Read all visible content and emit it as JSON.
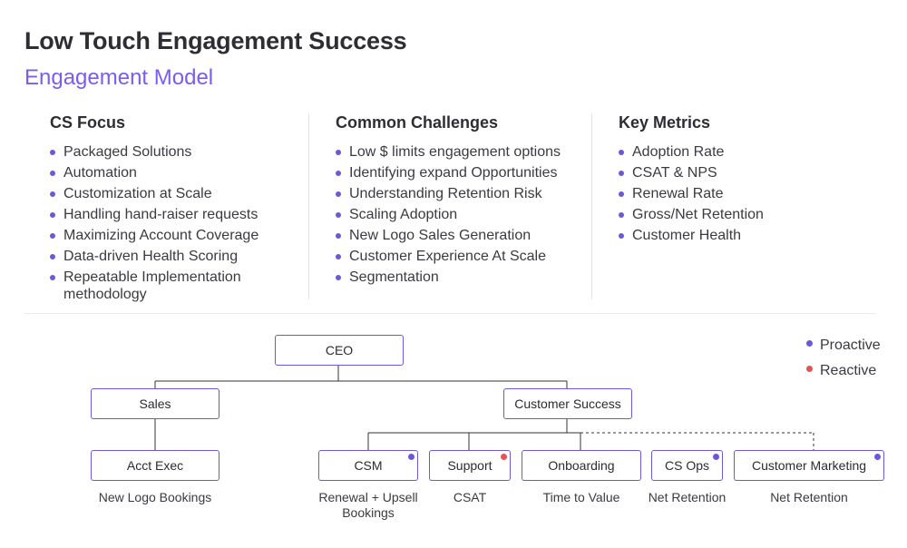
{
  "title": "Low Touch Engagement Success",
  "subtitle": "Engagement Model",
  "colors": {
    "accent": "#6a5ad8",
    "proactive": "#6a5ad8",
    "reactive": "#e05555"
  },
  "columns": [
    {
      "heading": "CS Focus",
      "items": [
        "Packaged Solutions",
        "Automation",
        "Customization at Scale",
        "Handling hand-raiser requests",
        "Maximizing Account Coverage",
        "Data-driven Health Scoring",
        "Repeatable Implementation methodology"
      ]
    },
    {
      "heading": "Common Challenges",
      "items": [
        "Low $ limits engagement options",
        "Identifying expand Opportunities",
        "Understanding Retention Risk",
        "Scaling Adoption",
        "New Logo Sales Generation",
        "Customer Experience At Scale",
        "Segmentation"
      ]
    },
    {
      "heading": "Key Metrics",
      "items": [
        "Adoption Rate",
        "CSAT & NPS",
        "Renewal Rate",
        "Gross/Net Retention",
        "Customer Health"
      ]
    }
  ],
  "legend": {
    "proactive": "Proactive",
    "reactive": "Reactive"
  },
  "org": {
    "ceo": "CEO",
    "sales": "Sales",
    "customer_success": "Customer Success",
    "acct_exec": {
      "label": "Acct Exec",
      "caption": "New Logo Bookings"
    },
    "csm": {
      "label": "CSM",
      "caption": "Renewal + Upsell Bookings",
      "type": "proactive"
    },
    "support": {
      "label": "Support",
      "caption": "CSAT",
      "type": "reactive"
    },
    "onboarding": {
      "label": "Onboarding",
      "caption": "Time to Value"
    },
    "cs_ops": {
      "label": "CS Ops",
      "caption": "Net Retention",
      "type": "proactive"
    },
    "customer_marketing": {
      "label": "Customer Marketing",
      "caption": "Net Retention",
      "type": "proactive"
    }
  }
}
